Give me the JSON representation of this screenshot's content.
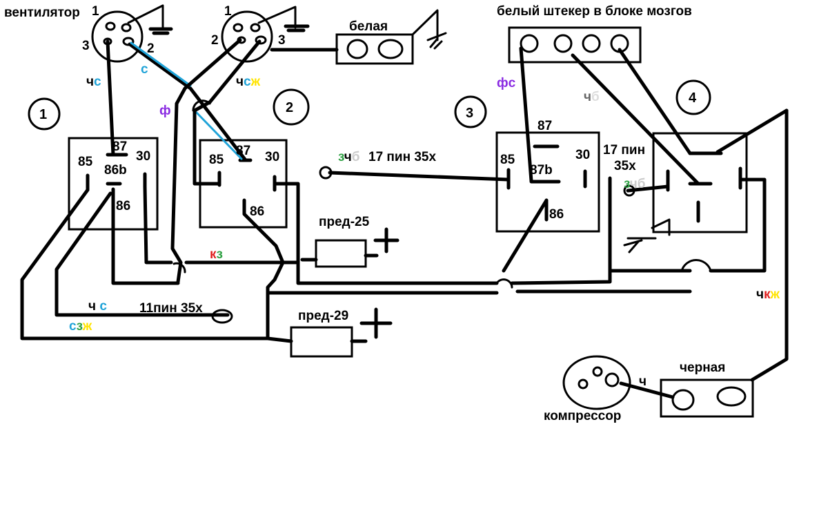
{
  "colors": {
    "black": "#000000",
    "blue": "#1fa3d8",
    "violet": "#8a2be2",
    "green": "#2ea043",
    "yellow": "#ffe400",
    "red": "#e02020",
    "gray": "#cccccc"
  },
  "labels": {
    "fan": "вентилятор",
    "white_conn": "белая",
    "brain_plug": "белый штекер в блоке мозгов",
    "black_conn": "черная",
    "compressor": "компрессор",
    "fuse25": "пред-25",
    "fuse29": "пред-29",
    "pin11": "11пин 35х",
    "pin17a": "17 пин 35х",
    "pin17b_1": "17 пин",
    "pin17b_2": "35х",
    "plus": "+"
  },
  "relays": [
    {
      "num": "1",
      "p87": "87",
      "p85": "85",
      "p86b": "86b",
      "p30": "30",
      "p86": "86"
    },
    {
      "num": "2",
      "p87": "87",
      "p85": "85",
      "p30": "30",
      "p86": "86"
    },
    {
      "num": "3",
      "p87": "87",
      "p85": "85",
      "p87b": "87b",
      "p30": "30",
      "p86": "86"
    },
    {
      "num": "4"
    }
  ],
  "conn_pins": {
    "a1": "1",
    "a2": "2",
    "a3": "3",
    "b1": "1",
    "b2": "2",
    "b3": "3"
  },
  "wire_codes": {
    "ch": "ч",
    "s": "с",
    "zh": "ж",
    "f": "ф",
    "k": "к",
    "z": "з",
    "b": "б",
    "ch_sp": "ч "
  }
}
